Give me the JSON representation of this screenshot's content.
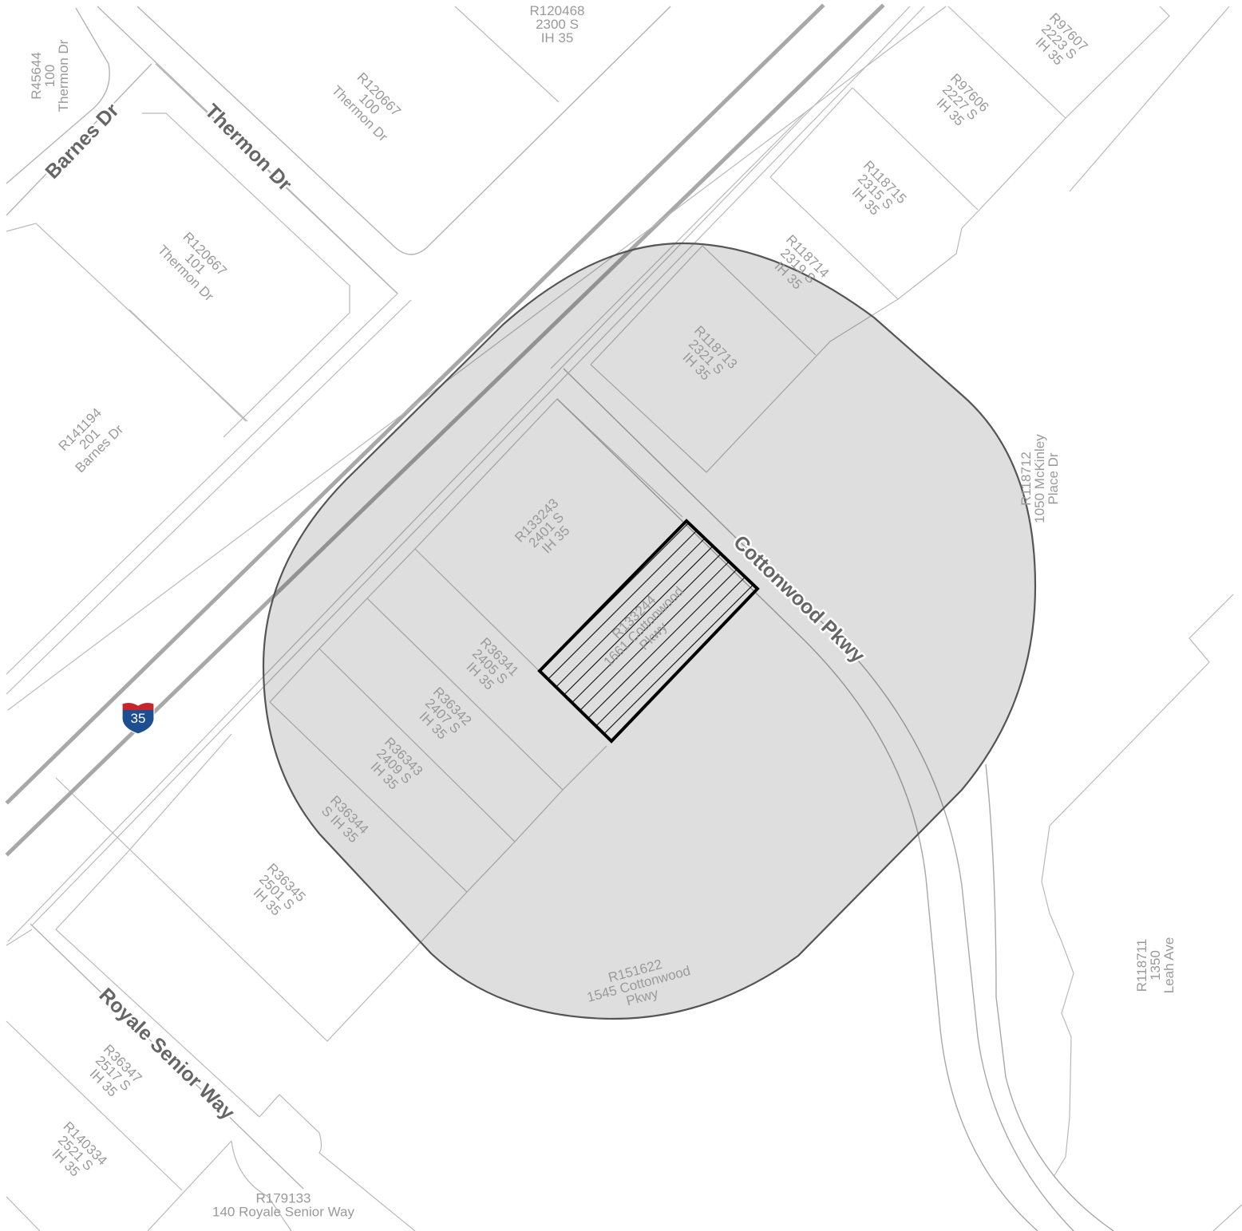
{
  "map": {
    "colors": {
      "background": "#ffffff",
      "parcel_line": "#b9b9b9",
      "highway": "#a8a8a8",
      "buffer_fill": "rgba(0,0,0,0.13)",
      "buffer_stroke": "#555555",
      "subject_parcel": "#000000",
      "parcel_label": "#9a9a9a",
      "street_label": "#666666",
      "shield_red": "#c4262e",
      "shield_blue": "#1d4e8f"
    },
    "streets": {
      "barnes": "Barnes Dr",
      "thermon": "Thermon Dr",
      "cottonwood": "Cottonwood Pkwy",
      "royale": "Royale Senior Way"
    },
    "shield": {
      "label": "35",
      "icon": "interstate-shield-icon"
    },
    "parcels": {
      "p_r45644": [
        "R45644",
        "100",
        "Thermon Dr"
      ],
      "p_r120468": [
        "R120468",
        "2300 S",
        "IH 35"
      ],
      "p_r97607": [
        "R97607",
        "2223 S",
        "IH 35"
      ],
      "p_r120667_100": [
        "R120667",
        "100",
        "Thermon Dr"
      ],
      "p_r97606": [
        "R97606",
        "2227 S",
        "IH 35"
      ],
      "p_r118715": [
        "R118715",
        "2315 S",
        "IH 35"
      ],
      "p_r120667_101": [
        "R120667",
        "101",
        "Thermon Dr"
      ],
      "p_r118714": [
        "R118714",
        "2319 S",
        "IH 35"
      ],
      "p_r118713": [
        "R118713",
        "2321 S",
        "IH 35"
      ],
      "p_r141194": [
        "R141194",
        "201",
        "Barnes Dr"
      ],
      "p_r118712": [
        "R118712",
        "1050 McKinley",
        "Place Dr"
      ],
      "p_r133243": [
        "R133243",
        "2401 S",
        "IH 35"
      ],
      "p_r133244": [
        "R133244",
        "1661 Cottonwood",
        "Pkwy"
      ],
      "p_r36341": [
        "R36341",
        "2405 S",
        "IH 35"
      ],
      "p_r36342": [
        "R36342",
        "2407 S",
        "IH 35"
      ],
      "p_r36343": [
        "R36343",
        "2409 S",
        "IH 35"
      ],
      "p_r36344": [
        "R36344",
        "S IH 35"
      ],
      "p_r36345": [
        "R36345",
        "2501 S",
        "IH 35"
      ],
      "p_r118711": [
        "R118711",
        "1350",
        "Leah Ave"
      ],
      "p_r151622": [
        "R151622",
        "1545 Cottonwood",
        "Pkwy"
      ],
      "p_r36347": [
        "R36347",
        "2517 S",
        "IH 35"
      ],
      "p_r140334": [
        "R140334",
        "2521 S",
        "IH 35"
      ],
      "p_r179133": [
        "R179133",
        "140 Royale Senior Way"
      ]
    }
  }
}
